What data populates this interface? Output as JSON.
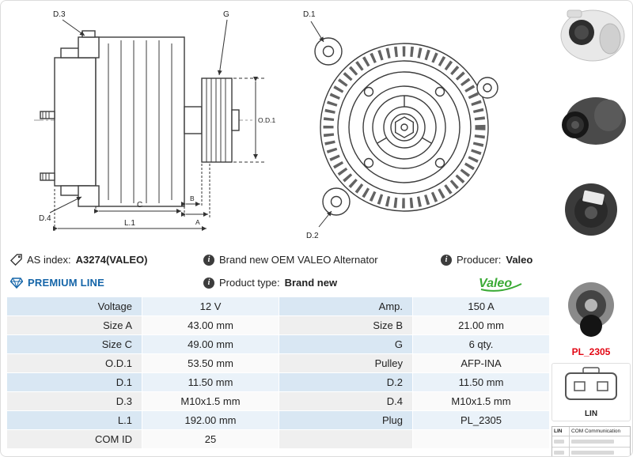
{
  "info_row1": {
    "as_index_label": "AS index:",
    "as_index_value": "A3274(VALEO)",
    "description": "Brand new OEM VALEO Alternator",
    "producer_label": "Producer:",
    "producer_value": "Valeo"
  },
  "info_row2": {
    "premium_line": "PREMIUM LINE",
    "product_type_label": "Product type:",
    "product_type_value": "Brand new",
    "brand_logo": "Valeo"
  },
  "icons": {
    "info_glyph": "i"
  },
  "diagram": {
    "side_view": {
      "d3": "D.3",
      "g": "G",
      "od1": "O.D.1",
      "d4": "D.4",
      "c": "C",
      "b": "B",
      "a": "A",
      "l1": "L.1"
    },
    "front_view": {
      "d1": "D.1",
      "d2": "D.2"
    }
  },
  "spec_table": {
    "rows": [
      {
        "l1": "Voltage",
        "v1": "12 V",
        "l2": "Amp.",
        "v2": "150 A"
      },
      {
        "l1": "Size A",
        "v1": "43.00 mm",
        "l2": "Size B",
        "v2": "21.00 mm"
      },
      {
        "l1": "Size C",
        "v1": "49.00 mm",
        "l2": "G",
        "v2": "6 qty."
      },
      {
        "l1": "O.D.1",
        "v1": "53.50 mm",
        "l2": "Pulley",
        "v2": "AFP-INA"
      },
      {
        "l1": "D.1",
        "v1": "11.50 mm",
        "l2": "D.2",
        "v2": "11.50 mm"
      },
      {
        "l1": "D.3",
        "v1": "M10x1.5 mm",
        "l2": "D.4",
        "v2": "M10x1.5 mm"
      },
      {
        "l1": "L.1",
        "v1": "192.00 mm",
        "l2": "Plug",
        "v2": "PL_2305"
      },
      {
        "l1": "COM ID",
        "v1": "25",
        "l2": "",
        "v2": ""
      }
    ]
  },
  "sidebar": {
    "plug_code": "PL_2305",
    "plug_label": "LIN",
    "lin_table_col1": "LIN",
    "lin_table_col2": "COM Communication"
  },
  "colors": {
    "premium_blue": "#1565a8",
    "valeo_green": "#3aaa35",
    "plug_code_red": "#e30613"
  }
}
